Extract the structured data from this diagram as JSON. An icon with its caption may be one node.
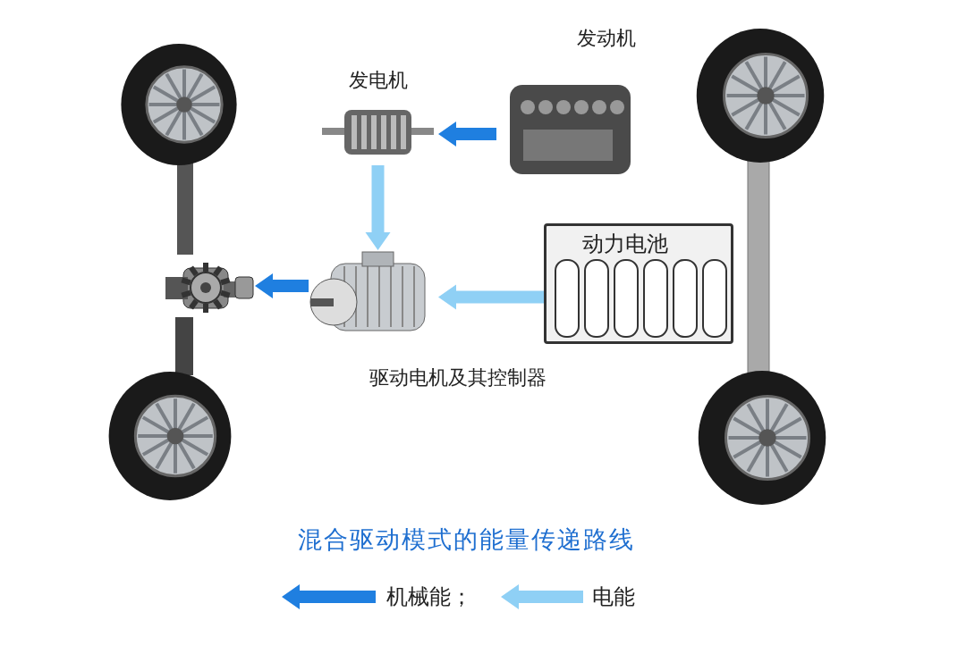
{
  "diagram": {
    "title": "混合驱动模式的能量传递路线",
    "nodes": [
      {
        "text": [
          "发动机"
        ]
      },
      {
        "text": [
          "发电机"
        ]
      },
      {
        "text": [
          "动力电池"
        ]
      },
      {
        "text": [
          "驱动电机及其控制器"
        ]
      },
      {
        "text": [],
        "shape": "picture"
      }
    ],
    "edges": [
      {
        "from": 0,
        "to": 1,
        "arrow": "to",
        "color": "#1f7fe0"
      },
      {
        "from": 1,
        "to": 3,
        "arrow": "to",
        "color": "#8fd0f5"
      },
      {
        "from": 2,
        "to": 3,
        "arrow": "to",
        "color": "#8fd0f5"
      },
      {
        "from": 3,
        "to": 4,
        "arrow": "to",
        "color": "#1f7fe0"
      }
    ],
    "legend": [
      {
        "text": "机械能；"
      },
      {
        "text": "电能"
      }
    ]
  }
}
